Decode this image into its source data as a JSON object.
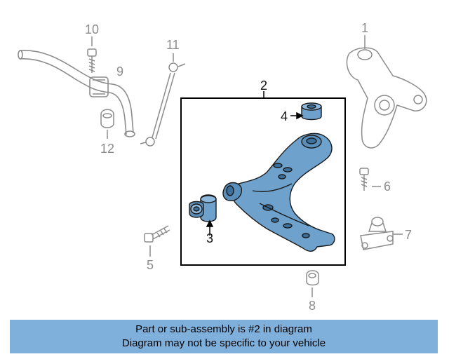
{
  "callouts": {
    "c1": "1",
    "c2": "2",
    "c3": "3",
    "c4": "4",
    "c5": "5",
    "c6": "6",
    "c7": "7",
    "c8": "8",
    "c9": "9",
    "c10": "10",
    "c11": "11",
    "c12": "12"
  },
  "footer": {
    "line1": "Part or sub-assembly is #2 in diagram",
    "line2": "Diagram may not be specific to your vehicle"
  },
  "colors": {
    "highlight_part": "#6ea2cc",
    "footer_band": "#7fb0dc",
    "line_grey": "#8c8c8c"
  }
}
